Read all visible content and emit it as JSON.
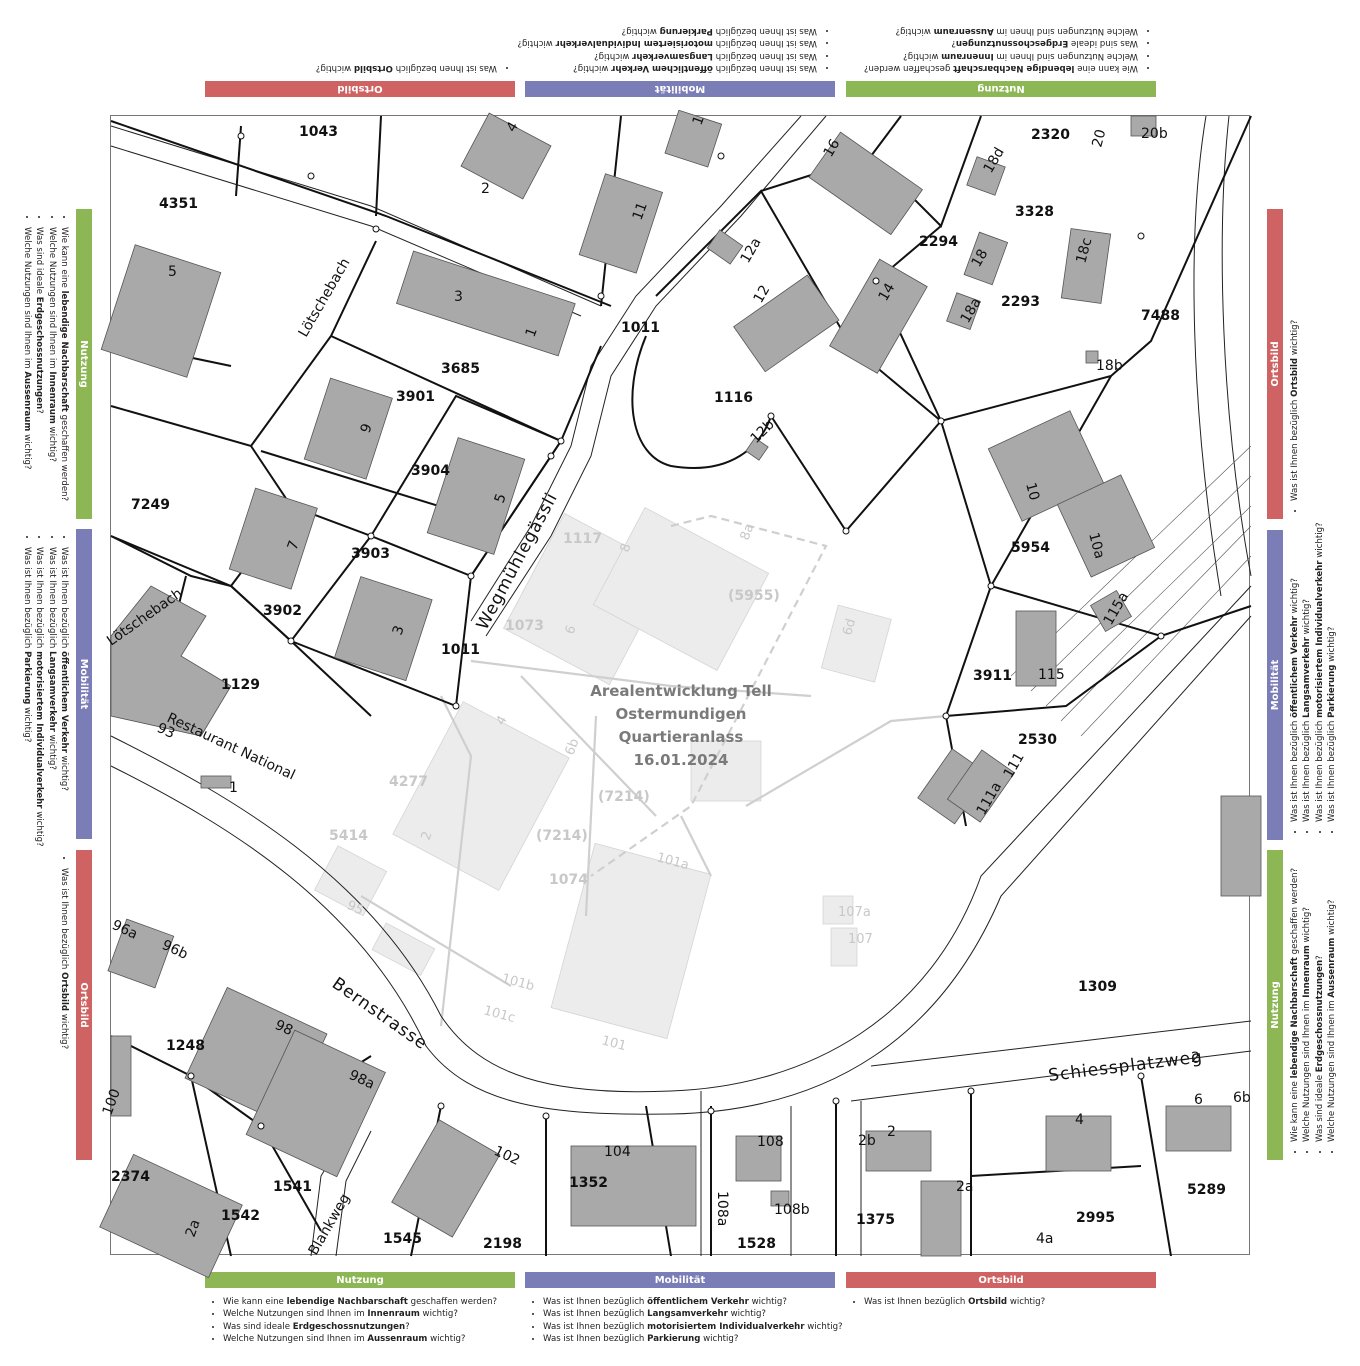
{
  "themes": {
    "nutzung": {
      "label": "Nutzung",
      "color": "#8db654",
      "questions": [
        [
          "Wie kann eine ",
          "lebendige Nachbarschaft",
          " geschaffen werden?"
        ],
        [
          "Welche Nutzungen sind Ihnen im ",
          "Innenraum",
          " wichtig?"
        ],
        [
          "Was sind ideale ",
          "Erdgeschossnutzungen",
          "?"
        ],
        [
          "Welche Nutzungen sind Ihnen im ",
          "Aussenraum",
          " wichtig?"
        ]
      ]
    },
    "mobilitaet": {
      "label": "Mobilität",
      "color": "#7b7db6",
      "questions": [
        [
          "Was ist Ihnen bezüglich ",
          "öffentlichem Verkehr",
          " wichtig?"
        ],
        [
          "Was ist Ihnen bezüglich ",
          "Langsamverkehr",
          " wichtig?"
        ],
        [
          "Was ist Ihnen bezüglich ",
          "motorisiertem Individualverkehr",
          " wichtig?"
        ],
        [
          "Was ist Ihnen bezüglich ",
          "Parkierung",
          " wichtig?"
        ]
      ]
    },
    "ortsbild": {
      "label": "Ortsbild",
      "color": "#cf6363",
      "questions": [
        [
          "Was ist Ihnen bezüglich ",
          "Ortsbild",
          " wichtig?"
        ]
      ]
    }
  },
  "map": {
    "title": [
      "Arealentwicklung Tell",
      "Ostermundigen",
      "Quartieranlass",
      "16.01.2024"
    ],
    "streets": {
      "wegmuehle": "Wegmühlegässli",
      "bern": "Bernstrasse",
      "schiessplatz": "Schiessplatzweg",
      "loetsch1": "Lötschebach",
      "loetsch2": "Lötschebach",
      "blank": "Blankweg",
      "restaurant": "Restaurant National"
    },
    "parcels": {
      "p1043": "1043",
      "p4351": "4351",
      "p3685": "3685",
      "p3901": "3901",
      "p3904": "3904",
      "p3903": "3903",
      "p3902": "3902",
      "p7249": "7249",
      "p1129": "1129",
      "p1011a": "1011",
      "p1011b": "1011",
      "p1116": "1116",
      "p2320": "2320",
      "p3328": "3328",
      "p2294": "2294",
      "p2293": "2293",
      "p7488": "7488",
      "p5954": "5954",
      "p3911": "3911",
      "p2530": "2530",
      "p1309": "1309",
      "p1248": "1248",
      "p1541": "1541",
      "p1542": "1542",
      "p2374": "2374",
      "p1545": "1545",
      "p2198": "2198",
      "p1352": "1352",
      "p1528": "1528",
      "p1375": "1375",
      "p2995": "2995",
      "p5289": "5289"
    },
    "house_numbers": {
      "h4": "4",
      "h2": "2",
      "h11": "11",
      "h1t": "1",
      "h16": "16",
      "h18d": "18d",
      "h20": "20",
      "h20b": "20b",
      "h18": "18",
      "h18c": "18c",
      "h14": "14",
      "h18a": "18a",
      "h18b": "18b",
      "h12a": "12a",
      "h12": "12",
      "h12b": "12b",
      "h5w": "5",
      "h3": "3",
      "h1": "1",
      "h9": "9",
      "h5": "5",
      "h7": "7",
      "h3b": "3",
      "h10": "10",
      "h10a": "10a",
      "h115a": "115a",
      "h115": "115",
      "h111": "111",
      "h111a": "111a",
      "h93": "93",
      "h1b": "1",
      "h96a": "96a",
      "h96b": "96b",
      "h98": "98",
      "h98a": "98a",
      "h102": "102",
      "h104": "104",
      "h108": "108",
      "h108a": "108a",
      "h108b": "108b",
      "h2b": "2b",
      "h2s": "2",
      "h2a": "2a",
      "h4s": "4",
      "h6": "6",
      "h6b": "6b",
      "h4a": "4a",
      "h2ss": "2",
      "h2al": "2a",
      "h100": "100"
    },
    "ghost_labels": {
      "g1117": "1117",
      "g5955": "(5955)",
      "g1073": "1073",
      "g4277": "4277",
      "g7214a": "(7214)",
      "g7214b": "(7214)",
      "g5414": "5414",
      "g1074": "1074"
    },
    "ghost_numbers": {
      "g8a": "8a",
      "g8": "8",
      "g6": "6",
      "g6d": "6d",
      "g4": "4",
      "g2": "2",
      "g6b": "6b",
      "g95": "95",
      "g101a": "101a",
      "g101b": "101b",
      "g101c": "101c",
      "g101": "101",
      "g107a": "107a",
      "g107": "107"
    }
  }
}
